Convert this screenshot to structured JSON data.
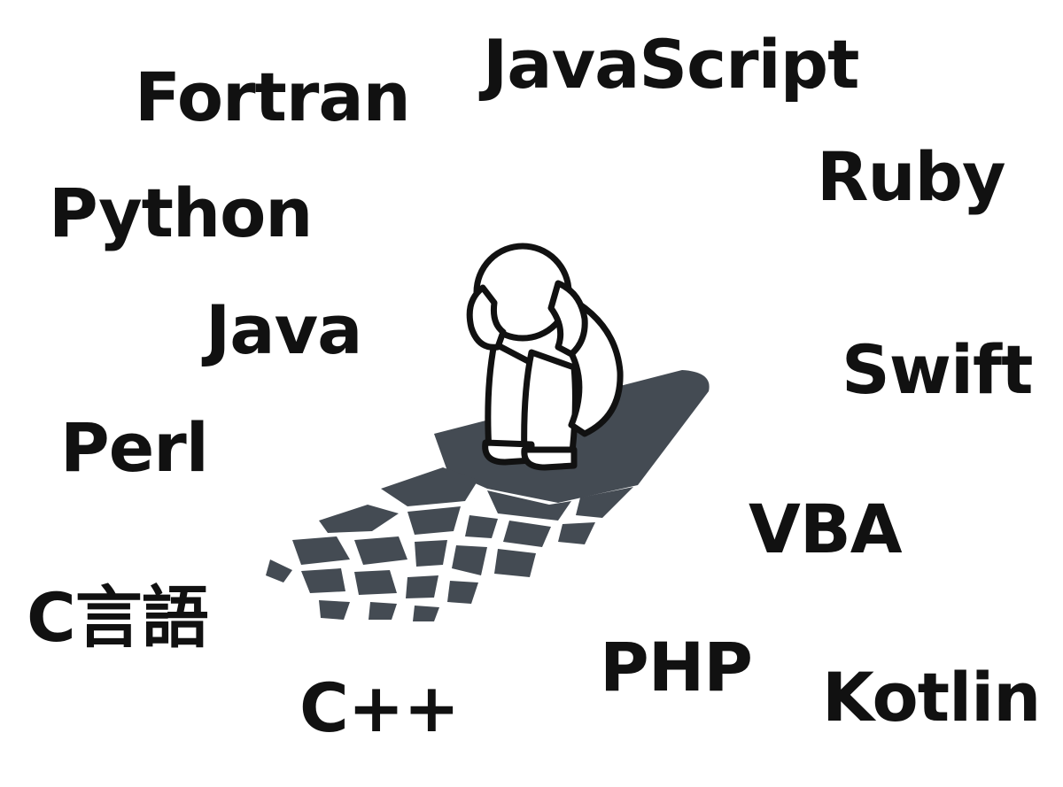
{
  "languages": {
    "fortran": "Fortran",
    "javascript": "JavaScript",
    "ruby": "Ruby",
    "python": "Python",
    "java": "Java",
    "swift": "Swift",
    "perl": "Perl",
    "vba": "VBA",
    "c": "C言語",
    "php": "PHP",
    "cpp": "C++",
    "kotlin": "Kotlin"
  },
  "colors": {
    "text": "#111111",
    "floor": "#444b53",
    "figure_fill": "#ffffff",
    "figure_stroke": "#111111"
  },
  "illustration": {
    "subject": "person-sitting-head-in-hands-icon",
    "ground": "crumbling-floor-icon"
  }
}
